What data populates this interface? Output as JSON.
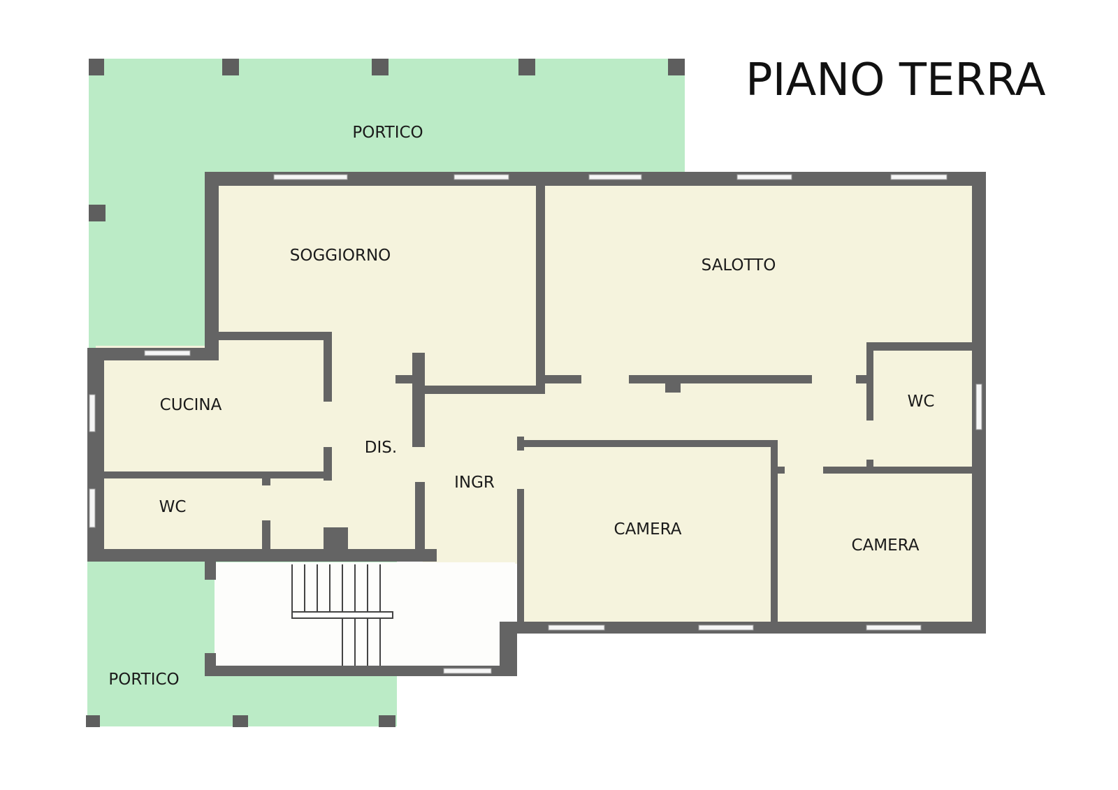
{
  "title": "PIANO TERRA",
  "rooms": {
    "portico_top": "PORTICO",
    "soggiorno": "SOGGIORNO",
    "salotto": "SALOTTO",
    "cucina": "CUCINA",
    "dis": "DIS.",
    "ingr": "INGR",
    "wc_left": "WC",
    "wc_right": "WC",
    "camera_center": "CAMERA",
    "camera_right": "CAMERA",
    "portico_bottom": "PORTICO"
  },
  "colors": {
    "porch": "#bbebc6",
    "room": "#f5f3dd",
    "wall": "#646464"
  }
}
